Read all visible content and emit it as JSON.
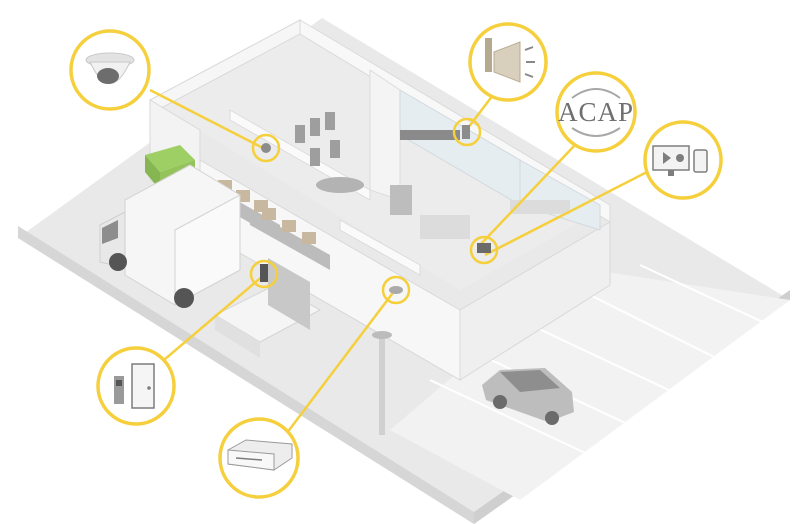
{
  "diagram": {
    "accent_color": "#f5cf3c",
    "wall_color": "#f4f4f4",
    "floor_color": "#ececec",
    "callouts": [
      {
        "id": "dome-camera",
        "icon": "dome-camera-icon"
      },
      {
        "id": "horn-speaker",
        "icon": "horn-speaker-icon"
      },
      {
        "id": "acap",
        "icon": "acap-logo",
        "label": "ACAP"
      },
      {
        "id": "monitor-display",
        "icon": "monitor-phone-icon"
      },
      {
        "id": "door-station",
        "icon": "door-station-icon"
      },
      {
        "id": "network-recorder",
        "icon": "network-recorder-icon"
      }
    ]
  }
}
